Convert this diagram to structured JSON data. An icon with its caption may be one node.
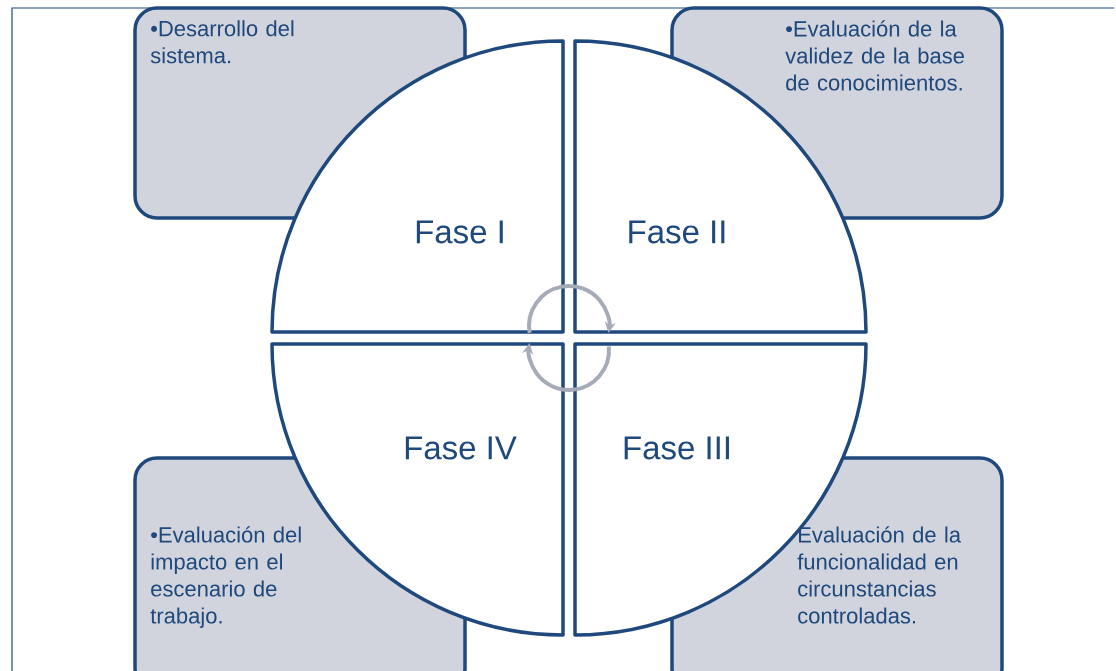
{
  "diagram": {
    "nodes": [
      {
        "text": [
          "•Desarrollo del sistema."
        ]
      },
      {
        "text": [
          "•Evaluación de la validez de la base de conocimientos."
        ]
      },
      {
        "text": [
          "Fase I"
        ]
      },
      {
        "text": [
          "Fase II"
        ]
      },
      {
        "text": [
          "Fase IV"
        ]
      },
      {
        "text": [
          "Fase III"
        ]
      },
      {
        "text": [
          "•Evaluación del impacto en el escenario de trabajo."
        ]
      },
      {
        "text": [
          "Evaluación de la funcionalidad en circunstancias controladas."
        ]
      }
    ],
    "edges": [
      {
        "from": 2,
        "to": 3,
        "arrow": "to"
      },
      {
        "from": 5,
        "to": 4,
        "arrow": "to"
      }
    ]
  }
}
